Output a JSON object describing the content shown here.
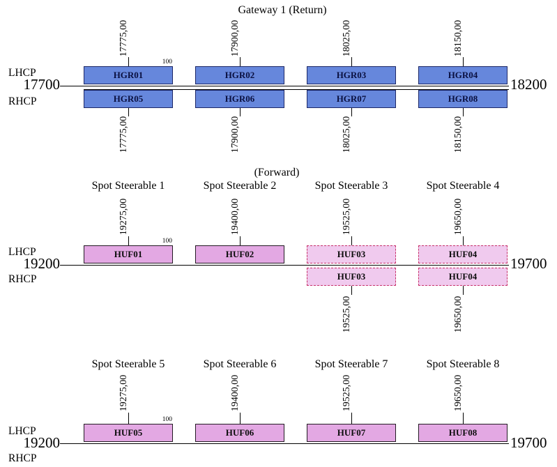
{
  "figure_type": "satellite frequency plan",
  "colors": {
    "gateway_channel_fill": "#6687DC",
    "gateway_channel_border": "#1d2766",
    "spot_channel_fill": "#E3A8E3",
    "spot_channel_border": "#231a23",
    "steerable_dashed_fill": "#F0CAEE",
    "steerable_dashed_border": "#C63069",
    "axis_line": "#000000"
  },
  "gateway": {
    "title": "Gateway 1 (Return)",
    "lhcp_label": "LHCP",
    "rhcp_label": "RHCP",
    "freq_start": "17700",
    "freq_end": "18200",
    "bandwidth": "100",
    "top_freqs": [
      "17775,00",
      "17900,00",
      "18025,00",
      "18150,00"
    ],
    "bottom_freqs": [
      "17775,00",
      "17900,00",
      "18025,00",
      "18150,00"
    ],
    "lhcp_channels": [
      "HGR01",
      "HGR02",
      "HGR03",
      "HGR04"
    ],
    "rhcp_channels": [
      "HGR05",
      "HGR06",
      "HGR07",
      "HGR08"
    ]
  },
  "forward": {
    "title": "(Forward)",
    "beams": [
      "Spot Steerable 1",
      "Spot Steerable 2",
      "Spot Steerable 3",
      "Spot Steerable 4"
    ],
    "lhcp_label": "LHCP",
    "rhcp_label": "RHCP",
    "freq_start": "19200",
    "freq_end": "19700",
    "bandwidth": "100",
    "top_freqs": [
      "19275,00",
      "19400,00",
      "19525,00",
      "19650,00"
    ],
    "bottom_freqs": [
      "19525,00",
      "19650,00"
    ],
    "lhcp_channels": [
      "HUF01",
      "HUF02",
      "HUF03",
      "HUF04"
    ],
    "rhcp_channels": [
      "HUF03",
      "HUF04"
    ]
  },
  "spot58": {
    "beams": [
      "Spot Steerable 5",
      "Spot Steerable 6",
      "Spot Steerable 7",
      "Spot Steerable 8"
    ],
    "lhcp_label": "LHCP",
    "rhcp_label": "RHCP",
    "freq_start": "19200",
    "freq_end": "19700",
    "bandwidth": "100",
    "freqs": [
      "19275,00",
      "19400,00",
      "19525,00",
      "19650,00"
    ],
    "lhcp_channels": [
      "HUF05",
      "HUF06",
      "HUF07",
      "HUF08"
    ]
  }
}
